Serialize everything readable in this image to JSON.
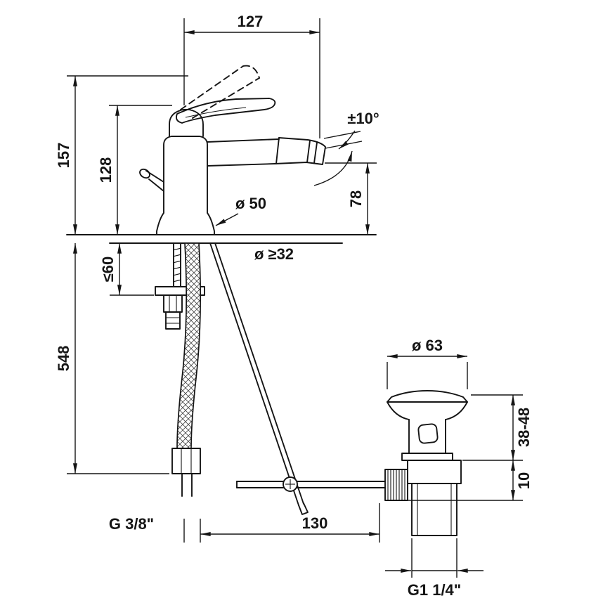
{
  "drawing": {
    "background": "#ffffff",
    "line_color": "#151515",
    "labels": {
      "spout_reach": "127",
      "swivel_angle": "±10°",
      "height_max": "157",
      "height_body": "128",
      "spout_height": "78",
      "base_diameter": "ø 50",
      "hole_diameter": "ø ≥32",
      "deck_thickness_max": "≤60",
      "hose_length": "548",
      "flange_diameter": "ø 63",
      "waste_adjust_range": "38-48",
      "waste_offset": "10",
      "supply_thread": "G 3/8\"",
      "rod_spacing": "130",
      "waste_thread": "G1 1/4\""
    }
  }
}
